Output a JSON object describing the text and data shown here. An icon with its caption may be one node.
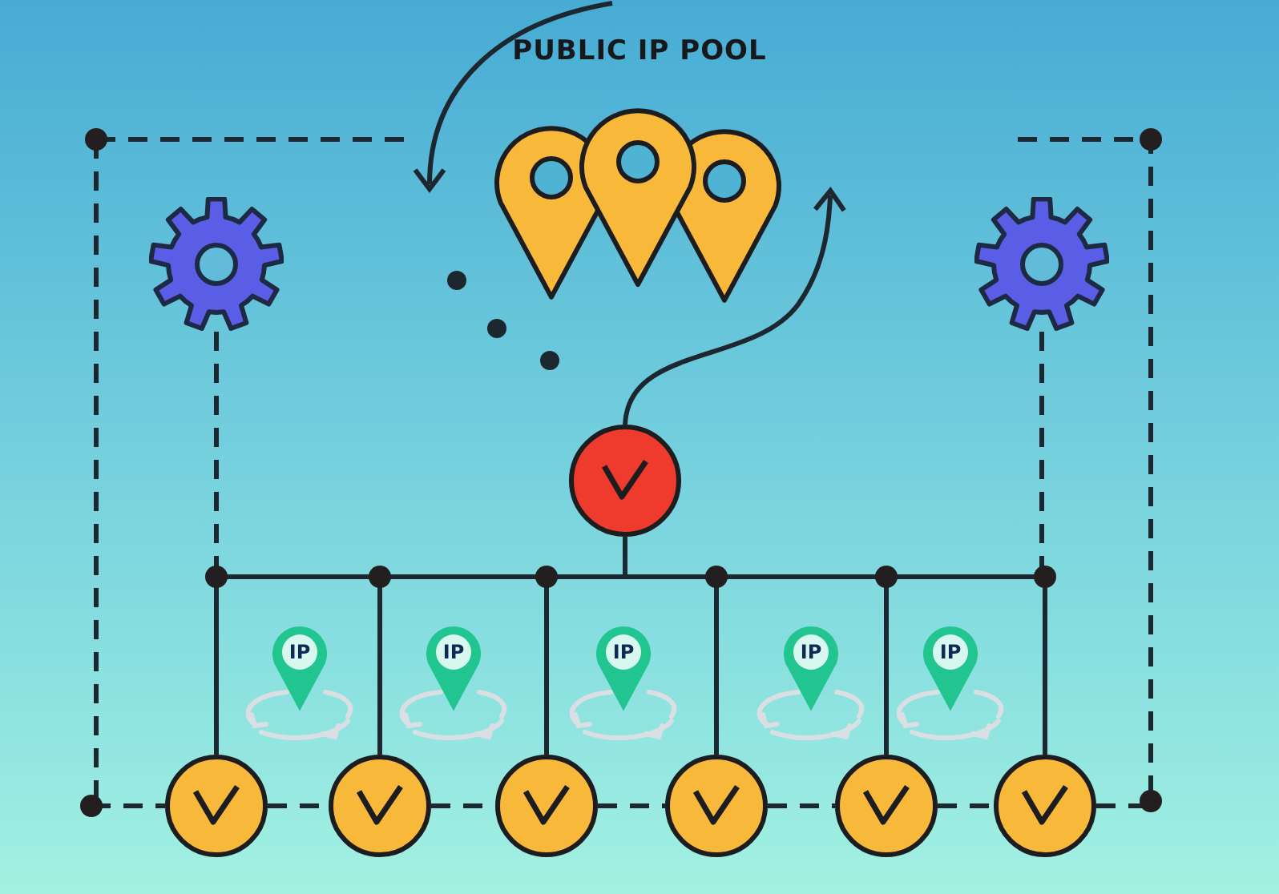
{
  "diagram": {
    "title": "PUBLIC IP POOL",
    "nodes": [
      {
        "text": [],
        "shape": "picture"
      },
      {
        "text": [],
        "shape": "gear"
      },
      {
        "text": [],
        "shape": "gear"
      },
      {
        "text": [],
        "shape": "circle"
      },
      {
        "text": [],
        "shape": "circle"
      },
      {
        "text": [],
        "shape": "circle"
      },
      {
        "text": [],
        "shape": "circle"
      },
      {
        "text": [],
        "shape": "circle"
      },
      {
        "text": [],
        "shape": "circle"
      },
      {
        "text": [],
        "shape": "circle"
      },
      {
        "text": [
          "IP"
        ]
      },
      {
        "text": [
          "IP"
        ]
      },
      {
        "text": [
          "IP"
        ]
      },
      {
        "text": [
          "IP"
        ]
      },
      {
        "text": [
          "IP"
        ]
      }
    ],
    "edges": [
      {
        "from": 3,
        "to": 4,
        "arrow": "none"
      },
      {
        "from": 3,
        "to": 5,
        "arrow": "none"
      },
      {
        "from": 3,
        "to": 6,
        "arrow": "none"
      },
      {
        "from": 3,
        "to": 7,
        "arrow": "none"
      },
      {
        "from": 3,
        "to": 8,
        "arrow": "none"
      },
      {
        "from": 3,
        "to": 9,
        "arrow": "none"
      },
      {
        "from": 1,
        "to": 4,
        "arrow": "none",
        "style": "dashed"
      },
      {
        "from": 2,
        "to": 9,
        "arrow": "none",
        "style": "dashed"
      },
      {
        "from": 4,
        "to": 5,
        "arrow": "none",
        "style": "dashed"
      },
      {
        "from": 5,
        "to": 6,
        "arrow": "none",
        "style": "dashed"
      },
      {
        "from": 6,
        "to": 7,
        "arrow": "none",
        "style": "dashed"
      },
      {
        "from": 7,
        "to": 8,
        "arrow": "none",
        "style": "dashed"
      },
      {
        "from": 8,
        "to": 9,
        "arrow": "none",
        "style": "dashed"
      },
      {
        "from": 3,
        "to": null,
        "arrow": "to"
      }
    ]
  }
}
